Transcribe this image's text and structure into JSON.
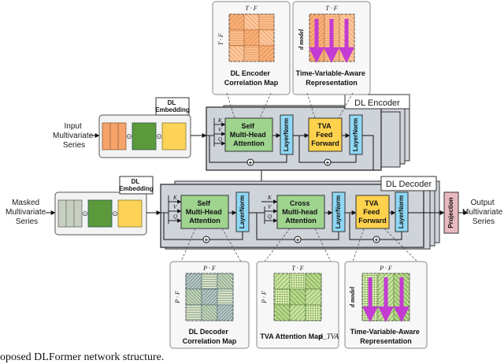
{
  "caption": "oposed DLFormer network structure.",
  "encoder": {
    "stack_label": "DL Encoder",
    "input_label": [
      "Input",
      "Multivariate",
      "Series"
    ],
    "embedding_label": [
      "DL",
      "Embedding"
    ],
    "attention_label": [
      "Self",
      "Multi-Head",
      "Attention"
    ],
    "layernorm_label": "LayerNorm",
    "ffn_label": [
      "TVA",
      "Feed",
      "Forward"
    ],
    "k": "K",
    "v": "V",
    "q": "Q",
    "plus": "+"
  },
  "decoder": {
    "stack_label": "DL Decoder",
    "input_label": [
      "Masked",
      "Multivariate",
      "Series"
    ],
    "embedding_label": [
      "DL",
      "Embedding"
    ],
    "self_attention_label": [
      "Self",
      "Multi-Head",
      "Attention"
    ],
    "cross_attention_label": [
      "Cross",
      "Multi-head",
      "Attention"
    ],
    "layernorm_label": "LayerNorm",
    "ffn_label": [
      "TVA",
      "Feed",
      "Forward"
    ],
    "projection_label": "Projection",
    "output_label": [
      "Output",
      "Multivariate",
      "Series"
    ],
    "k": "K",
    "v": "V",
    "q": "Q",
    "plus": "+"
  },
  "panels": {
    "enc_corr": {
      "caption": [
        "DL Encoder",
        "Correlation Map"
      ],
      "top_axis": "T · F",
      "side_axis": "T · F"
    },
    "enc_tva": {
      "caption": [
        "Time-Variable-Aware",
        "Representation"
      ],
      "top_axis": "T · F",
      "side_axis": "d model"
    },
    "dec_corr": {
      "caption": [
        "DL Decoder",
        "Correlation Map"
      ],
      "top_axis": "P · F",
      "side_axis": "P · F"
    },
    "dec_tva_att": {
      "caption": "TVA Attention Map",
      "caption_math": "â_TVA",
      "top_axis": "T · F",
      "side_axis": "P · F"
    },
    "dec_tva": {
      "caption": [
        "Time-Variable-Aware",
        "Representation"
      ],
      "top_axis": "P · F",
      "side_axis": "d model"
    }
  },
  "colors": {
    "stack_fill": "#cfd3da",
    "embed_box_fill": "#f3f3f3",
    "attention_fill": "#9fd48f",
    "layernorm_fill": "#8fd8f5",
    "ffn_fill": "#ffd24d",
    "projection_fill": "#e8b8c0",
    "orange": "#f6a36a",
    "green": "#5a9a3a",
    "yellow": "#fcd356",
    "grey": "#c7cfc0",
    "purple": "#c33bd3",
    "hatch_green": "#b9dc82"
  }
}
